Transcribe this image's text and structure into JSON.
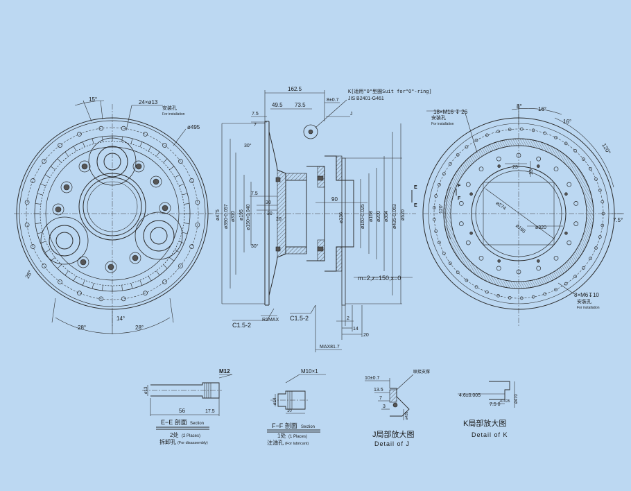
{
  "colors": {
    "background": "#bcd8f2",
    "line": "#2a2a2a"
  },
  "left_view": {
    "angle_15": "15°",
    "holes_spec": "24×ø13",
    "holes_cn": "安装孔",
    "holes_en": "For installation",
    "dia_495": "ø495",
    "angle_28a": "28°",
    "angle_14": "14°",
    "angle_28b": "28°",
    "angle_28c": "28°"
  },
  "section_view": {
    "dim_162_5": "162.5",
    "dim_49_5": "49.5",
    "dim_73_5": "73.5",
    "dim_8": "8±0.7",
    "dim_7_5a": "7.5",
    "dim_7": "7",
    "angle_30a": "30°",
    "dim_7_5b": "7.5",
    "dim_30a": "30",
    "dim_30b": "30",
    "dim_20": "20",
    "angle_30b": "30°",
    "dim_90": "90",
    "d_475": "ø475",
    "d_390": "ø390-0.057",
    "d_310": "ø310",
    "d_195": "ø195",
    "d_150": "ø150+0.040",
    "d_136": "ø136",
    "d_160": "ø160-0.025",
    "d_168": "ø168",
    "d_200": "ø200",
    "d_304": "ø304",
    "d_435": "ø435-0.063",
    "d_520": "ø520",
    "chamfer_1": "C1.5-2",
    "chamfer_2": "C1.5-2",
    "r1max": "R1MAX",
    "gear_spec": "m=2,z=150,x=0",
    "dim_2": "2",
    "dim_14": "14",
    "dim_20b": "20",
    "max_81_7": "MAX81.7",
    "oring_note": "K[适用\"O\"型圈Suit for\"O\"-ring]",
    "jis": "JIS B2401-G461",
    "label_j": "J",
    "label_e1": "E",
    "label_e2": "E"
  },
  "right_view": {
    "holes_spec": "18×M16 ↧ 26",
    "holes_cn": "安装孔",
    "holes_en": "For installation",
    "angle_8": "8°",
    "angle_16a": "16°",
    "angle_16b": "16°",
    "angle_120a": "120°",
    "dim_23": "23",
    "dim_13": "13",
    "angle_120b": "120°",
    "label_f1": "F",
    "label_f2": "F",
    "d_274": "ø274",
    "d_165": "ø165",
    "d_320": "ø320",
    "dim_7_5": "7.5°",
    "bottom_spec": "8×M6↧10",
    "bottom_cn": "安装孔",
    "bottom_en": "For installation"
  },
  "details": {
    "ee": {
      "m12": "M12",
      "d13": "ø13",
      "dim_56": "56",
      "dim_17": "17.5",
      "title": "E−E 剖面",
      "title_en": "Section",
      "places": "2处",
      "places_en": "(2 Places)",
      "purpose": "拆卸孔",
      "purpose_en": "(For disassembly)"
    },
    "ff": {
      "m10": "M10×1",
      "d14": "ø14",
      "dim_10": "10",
      "title": "F−F 剖面",
      "title_en": "Section",
      "places": "1处",
      "places_en": "(1 Places)",
      "purpose": "注油孔",
      "purpose_en": "(For lubricant)"
    },
    "j": {
      "dim_10": "10±0.7",
      "note": "联接支撑",
      "dim_13_5": "13.5",
      "dim_7": "7",
      "dim_3": "3",
      "d_435": "ø435",
      "title": "J局部放大图",
      "title_en": "Detail of J"
    },
    "k": {
      "dim_4_6": "4.6±0.005",
      "dim_7_5": "7.5 0",
      "tol": "+0.025",
      "d_470": "ø470",
      "title": "K局部放大图",
      "title_en": "Detail of K"
    }
  }
}
